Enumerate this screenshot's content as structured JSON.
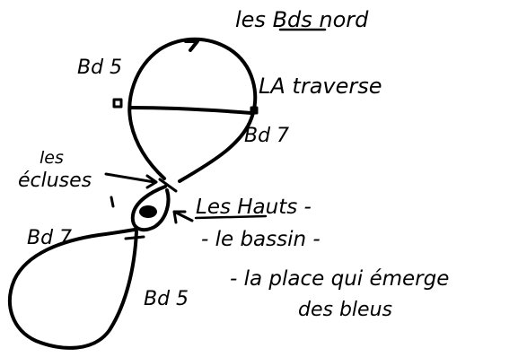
{
  "diagram": {
    "title_top": "les Bds nord",
    "label_upper_left": "Bd 5",
    "label_traverse": "LA traverse",
    "label_upper_right": "Bd 7",
    "label_ecluses_1": "les",
    "label_ecluses_2": "écluses",
    "label_left_mid": "Bd 7",
    "label_hauts": "Les Hauts -",
    "label_bassin": "- le bassin -",
    "label_place_1": "- la place qui émerge",
    "label_place_2": "des bleus",
    "label_lower": "Bd 5"
  }
}
